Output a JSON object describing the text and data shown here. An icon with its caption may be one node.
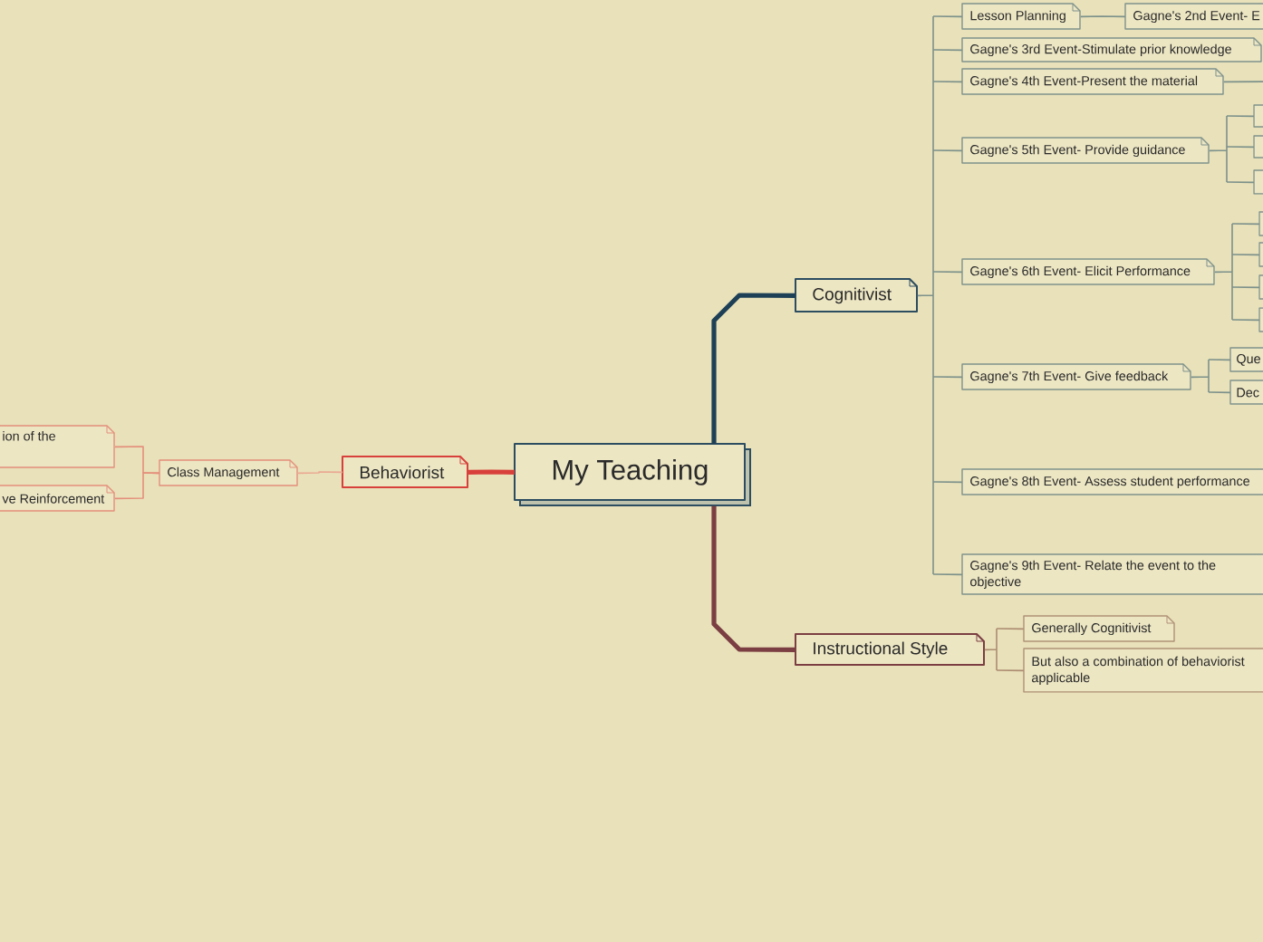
{
  "diagram": {
    "nodes": [
      {
        "text": [
          "My Teaching"
        ]
      },
      {
        "text": [
          "Behaviorist"
        ]
      },
      {
        "text": [
          "Class Management"
        ]
      },
      {
        "text": [
          "ion of the"
        ]
      },
      {
        "text": [
          "ve Reinforcement"
        ]
      },
      {
        "text": [
          "Cognitivist"
        ]
      },
      {
        "text": [
          "Lesson Planning"
        ]
      },
      {
        "text": [
          "Gagne's 2nd Event- E"
        ]
      },
      {
        "text": [
          "Gagne's 3rd Event-Stimulate prior knowledge"
        ]
      },
      {
        "text": [
          "Gagne's 4th Event-Present the material"
        ]
      },
      {
        "text": [
          "Gagne's 5th Event- Provide guidance"
        ]
      },
      {
        "text": [],
        "shape": "box"
      },
      {
        "text": [],
        "shape": "box"
      },
      {
        "text": [],
        "shape": "box"
      },
      {
        "text": [
          "Gagne's 6th Event- Elicit Performance"
        ]
      },
      {
        "text": [],
        "shape": "box"
      },
      {
        "text": [],
        "shape": "box"
      },
      {
        "text": [],
        "shape": "box"
      },
      {
        "text": [],
        "shape": "box"
      },
      {
        "text": [
          "Gagne's 7th Event- Give feedback"
        ]
      },
      {
        "text": [
          "Que"
        ]
      },
      {
        "text": [
          "Dec"
        ]
      },
      {
        "text": [
          "Gagne's 8th Event- Assess student performance"
        ]
      },
      {
        "text": [
          "Gagne's 9th Event- Relate the event to the objective"
        ]
      },
      {
        "text": [
          "Instructional Style"
        ]
      },
      {
        "text": [
          "Generally Cognitivist"
        ]
      },
      {
        "text": [
          "But also a combination of behaviorist applicable"
        ]
      }
    ],
    "edges": [
      {
        "from": 0,
        "to": 1,
        "arrow": "none",
        "style": "thick",
        "color": "#d8403c"
      },
      {
        "from": 1,
        "to": 2,
        "arrow": "none",
        "color": "#eaa891"
      },
      {
        "from": 2,
        "to": 3,
        "arrow": "none",
        "color": "#e48f7c"
      },
      {
        "from": 2,
        "to": 4,
        "arrow": "none",
        "color": "#e48f7c"
      },
      {
        "from": 0,
        "to": 5,
        "arrow": "none",
        "style": "thick",
        "color": "#1e4057"
      },
      {
        "from": 5,
        "to": 6,
        "arrow": "none"
      },
      {
        "from": 5,
        "to": 8,
        "arrow": "none"
      },
      {
        "from": 5,
        "to": 9,
        "arrow": "none"
      },
      {
        "from": 5,
        "to": 10,
        "arrow": "none"
      },
      {
        "from": 5,
        "to": 14,
        "arrow": "none"
      },
      {
        "from": 5,
        "to": 19,
        "arrow": "none"
      },
      {
        "from": 5,
        "to": 22,
        "arrow": "none"
      },
      {
        "from": 5,
        "to": 23,
        "arrow": "none"
      },
      {
        "from": 6,
        "to": 7,
        "arrow": "none"
      },
      {
        "from": 9,
        "to": null,
        "arrow": "none"
      },
      {
        "from": 10,
        "to": 11,
        "arrow": "none"
      },
      {
        "from": 10,
        "to": 12,
        "arrow": "none"
      },
      {
        "from": 10,
        "to": 13,
        "arrow": "none"
      },
      {
        "from": 14,
        "to": 15,
        "arrow": "none"
      },
      {
        "from": 14,
        "to": 16,
        "arrow": "none"
      },
      {
        "from": 14,
        "to": 17,
        "arrow": "none"
      },
      {
        "from": 14,
        "to": 18,
        "arrow": "none"
      },
      {
        "from": 19,
        "to": 20,
        "arrow": "none"
      },
      {
        "from": 19,
        "to": 21,
        "arrow": "none"
      },
      {
        "from": 0,
        "to": 24,
        "arrow": "none",
        "style": "thick",
        "color": "#7b3e42"
      },
      {
        "from": 24,
        "to": 25,
        "arrow": "none",
        "color": "#ad8c72"
      },
      {
        "from": 24,
        "to": 26,
        "arrow": "none",
        "color": "#ad8c72"
      }
    ]
  }
}
